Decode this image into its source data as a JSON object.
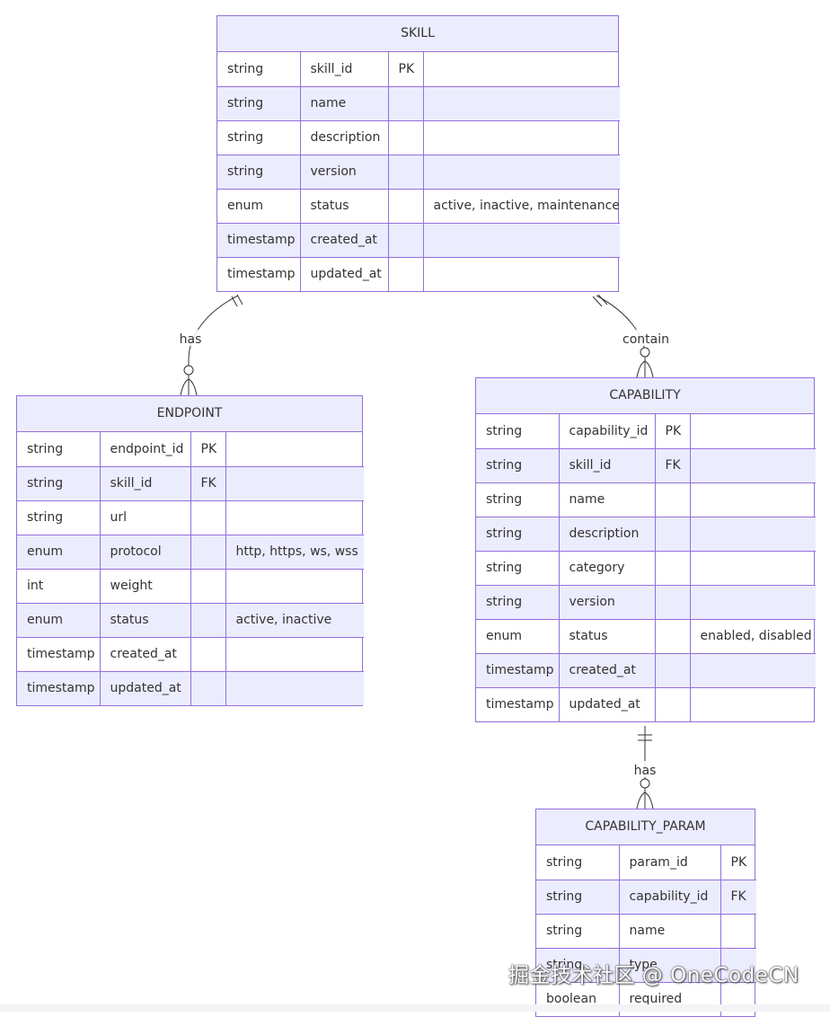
{
  "diagram": {
    "entities": [
      {
        "name": "SKILL",
        "attributes": [
          [
            "string",
            "skill_id",
            "PK",
            ""
          ],
          [
            "string",
            "name",
            "",
            ""
          ],
          [
            "string",
            "description",
            "",
            ""
          ],
          [
            "string",
            "version",
            "",
            ""
          ],
          [
            "enum",
            "status",
            "",
            "active, inactive, maintenance"
          ],
          [
            "timestamp",
            "created_at",
            "",
            ""
          ],
          [
            "timestamp",
            "updated_at",
            "",
            ""
          ]
        ]
      },
      {
        "name": "ENDPOINT",
        "attributes": [
          [
            "string",
            "endpoint_id",
            "PK",
            ""
          ],
          [
            "string",
            "skill_id",
            "FK",
            ""
          ],
          [
            "string",
            "url",
            "",
            ""
          ],
          [
            "enum",
            "protocol",
            "",
            "http, https, ws, wss"
          ],
          [
            "int",
            "weight",
            "",
            ""
          ],
          [
            "enum",
            "status",
            "",
            "active, inactive"
          ],
          [
            "timestamp",
            "created_at",
            "",
            ""
          ],
          [
            "timestamp",
            "updated_at",
            "",
            ""
          ]
        ]
      },
      {
        "name": "CAPABILITY",
        "attributes": [
          [
            "string",
            "capability_id",
            "PK",
            ""
          ],
          [
            "string",
            "skill_id",
            "FK",
            ""
          ],
          [
            "string",
            "name",
            "",
            ""
          ],
          [
            "string",
            "description",
            "",
            ""
          ],
          [
            "string",
            "category",
            "",
            ""
          ],
          [
            "string",
            "version",
            "",
            ""
          ],
          [
            "enum",
            "status",
            "",
            "enabled, disabled"
          ],
          [
            "timestamp",
            "created_at",
            "",
            ""
          ],
          [
            "timestamp",
            "updated_at",
            "",
            ""
          ]
        ]
      },
      {
        "name": "CAPABILITY_PARAM",
        "attributes": [
          [
            "string",
            "param_id",
            "PK"
          ],
          [
            "string",
            "capability_id",
            "FK"
          ],
          [
            "string",
            "name",
            ""
          ],
          [
            "string",
            "type",
            ""
          ],
          [
            "boolean",
            "required",
            ""
          ]
        ]
      }
    ],
    "relationships": [
      {
        "from": "SKILL",
        "to": "ENDPOINT",
        "label": "has",
        "from_cardinality": "exactly-one",
        "to_cardinality": "zero-or-more"
      },
      {
        "from": "SKILL",
        "to": "CAPABILITY",
        "label": "contain",
        "from_cardinality": "exactly-one",
        "to_cardinality": "zero-or-more"
      },
      {
        "from": "CAPABILITY",
        "to": "CAPABILITY_PARAM",
        "label": "has",
        "from_cardinality": "exactly-one",
        "to_cardinality": "zero-or-more"
      }
    ]
  },
  "watermark": "掘金技术社区 @ OneCodeCN",
  "colors": {
    "border": "#9370db",
    "header_fill": "#ececff",
    "alt_row_fill": "#ececff",
    "line": "#333333",
    "text": "#333333"
  }
}
